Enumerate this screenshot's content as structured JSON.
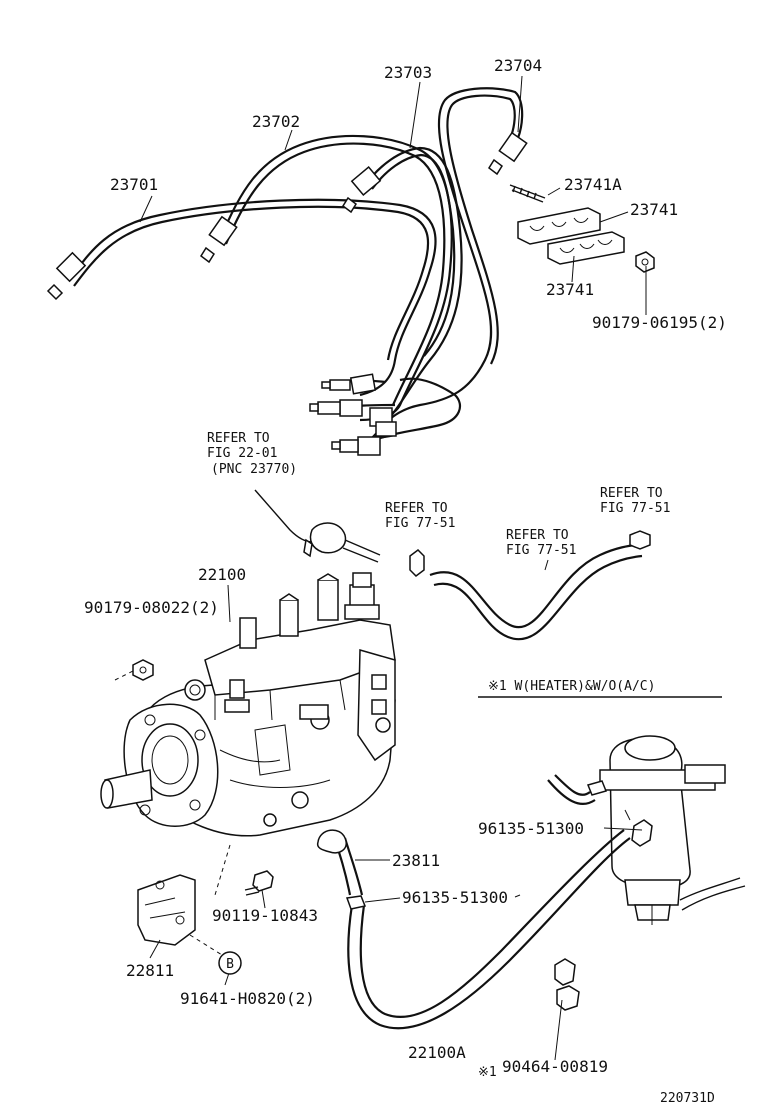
{
  "diagram": {
    "parts": {
      "p23701": "23701",
      "p23702": "23702",
      "p23703": "23703",
      "p23704": "23704",
      "p23741A": "23741A",
      "p23741a": "23741",
      "p23741b": "23741",
      "p90179_06195": "90179-06195(2)",
      "p22100": "22100",
      "p90179_08022": "90179-08022(2)",
      "p23811": "23811",
      "p96135_a": "96135-51300",
      "p96135_b": "96135-51300",
      "p90119": "90119-10843",
      "p22811": "22811",
      "p91641": "91641-H0820(2)",
      "p22100A": "22100A",
      "p90464": "90464-00819"
    },
    "refs": {
      "ref1_l1": "REFER TO",
      "ref1_l2": "FIG 22-01",
      "ref1_l3": "(PNC 23770)",
      "ref2_l1": "REFER TO",
      "ref2_l2": "FIG 77-51",
      "ref3_l1": "REFER TO",
      "ref3_l2": "FIG 77-51",
      "ref4_l1": "REFER TO",
      "ref4_l2": "FIG 77-51"
    },
    "note": "※1  W(HEATER)&W/O(A/C)",
    "note_mark": "※1",
    "circle_letter": "B",
    "figure_code": "220731D"
  }
}
